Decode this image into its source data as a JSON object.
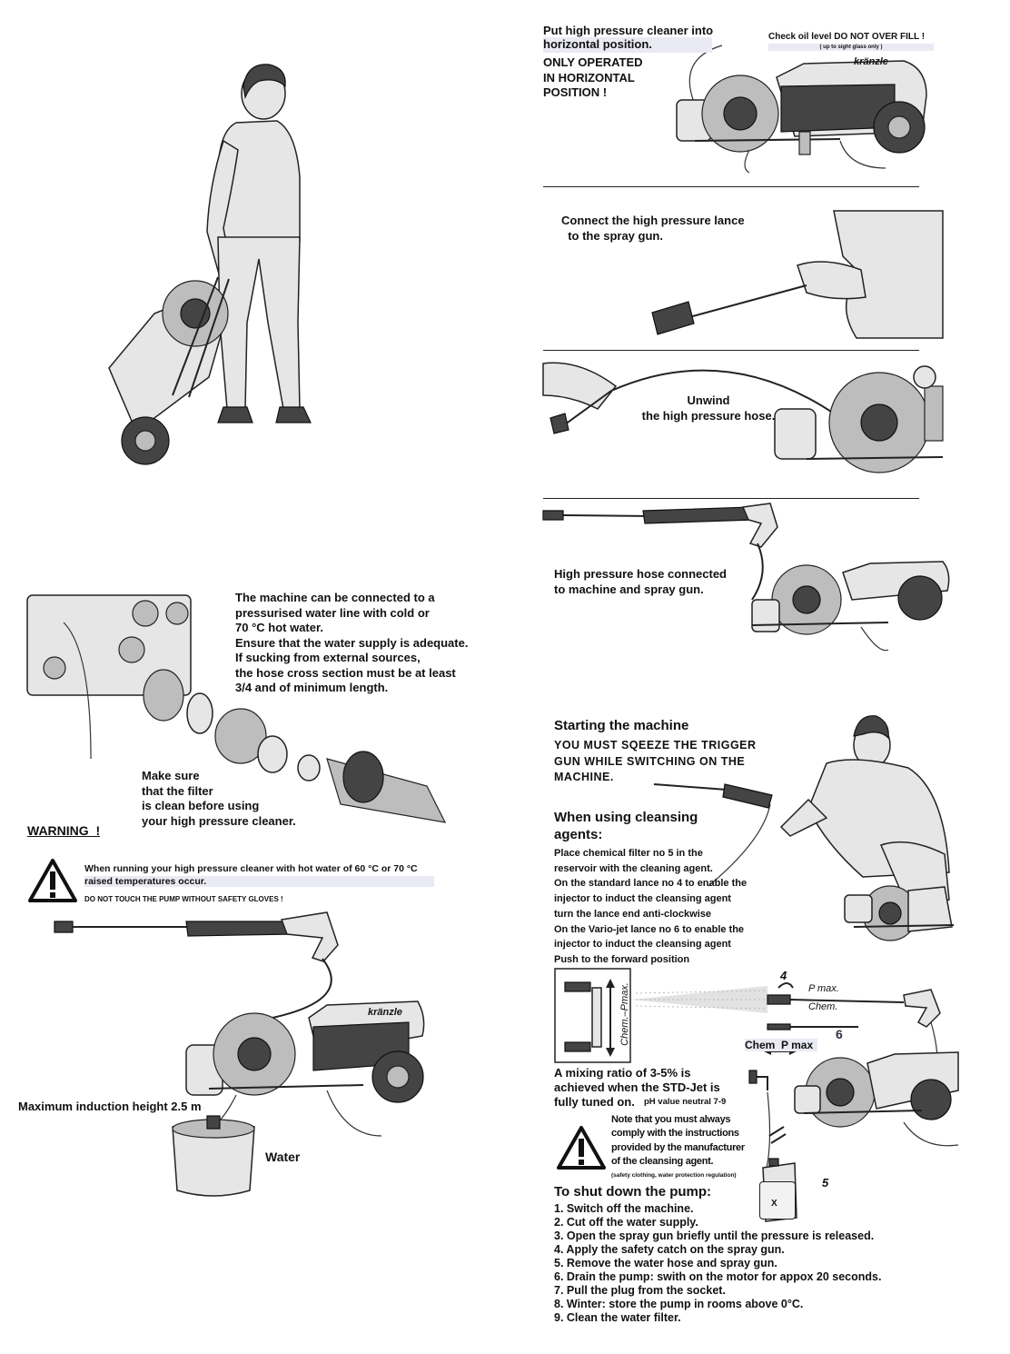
{
  "brand": "kränzle",
  "top_right": {
    "horizontal_line1": "Put high pressure cleaner into",
    "horizontal_line2": "horizontal position.",
    "only_operated": "ONLY OPERATED\nIN HORIZONTAL\nPOSITION !",
    "oil_level": "Check oil level DO NOT OVER FILL !",
    "sight_glass": "( up to sight glass only )"
  },
  "lance": {
    "text": "Connect the high pressure lance\n  to the spray gun."
  },
  "unwind": {
    "text": "Unwind\nthe high pressure hose."
  },
  "hose_connected": {
    "text": "High pressure hose connected\nto machine and spray gun."
  },
  "water_supply": {
    "text": "The machine can be connected to a\npressurised water line with cold or\n70 °C hot water.\nEnsure that the water supply is adequate.\nIf sucking from external sources,\nthe hose cross section must be at least\n3/4 and of minimum length.",
    "filter_note": "Make sure\nthat the filter\nis clean before using\nyour high pressure cleaner."
  },
  "warning": {
    "title": "WARNING  !",
    "line1": "When running your high pressure cleaner with hot water of 60 °C or 70 °C",
    "line2": "raised temperatures occur.",
    "line3": "DO NOT TOUCH THE PUMP WITHOUT SAFETY GLOVES !"
  },
  "induction": {
    "label": "Maximum induction height 2.5 m",
    "water": "Water"
  },
  "starting": {
    "title": "Starting the machine",
    "text": "YOU MUST SQEEZE THE TRIGGER\nGUN WHILE SWITCHING ON THE\nMACHINE."
  },
  "cleansing": {
    "title": "When using cleansing\nagents:",
    "text": "Place chemical filter no 5 in the\nreservoir with the cleaning agent.\nOn the standard lance no 4 to enable the\ninjector to induct the cleansing agent\nturn the lance end anti-clockwise\nOn the Vario-jet lance no 6 to enable the\ninjector to induct the cleansing agent\nPush to the forward position"
  },
  "diagram": {
    "chem_pmax_vertical": "Chem.–Pmax.",
    "label_4": "4",
    "label_6": "6",
    "label_5": "5",
    "p_max": "P max.",
    "chem": "Chem.",
    "chem_p_max": "Chem  P max",
    "canister_x": "X"
  },
  "mixing": {
    "text": "A mixing ratio of 3-5% is\nachieved when the STD-Jet is\nfully tuned on.",
    "ph": "pH value neutral 7-9"
  },
  "note": {
    "text": "Note that you must always\ncomply with the instructions\nprovided by the manufacturer\nof the cleansing agent.",
    "small": "(safety clothing, water protection regulation)"
  },
  "shutdown": {
    "title": "To shut down the pump:",
    "steps": [
      "1. Switch off the machine.",
      "2. Cut off the water supply.",
      "3. Open the spray gun briefly until the pressure is released.",
      "4. Apply the safety catch on the spray gun.",
      "5. Remove the water hose and spray gun.",
      "6. Drain the pump: swith on the motor for appox 20 seconds.",
      "7. Pull the plug from the socket.",
      "8. Winter: store the pump in rooms above 0°C.",
      "9. Clean the water filter."
    ]
  }
}
